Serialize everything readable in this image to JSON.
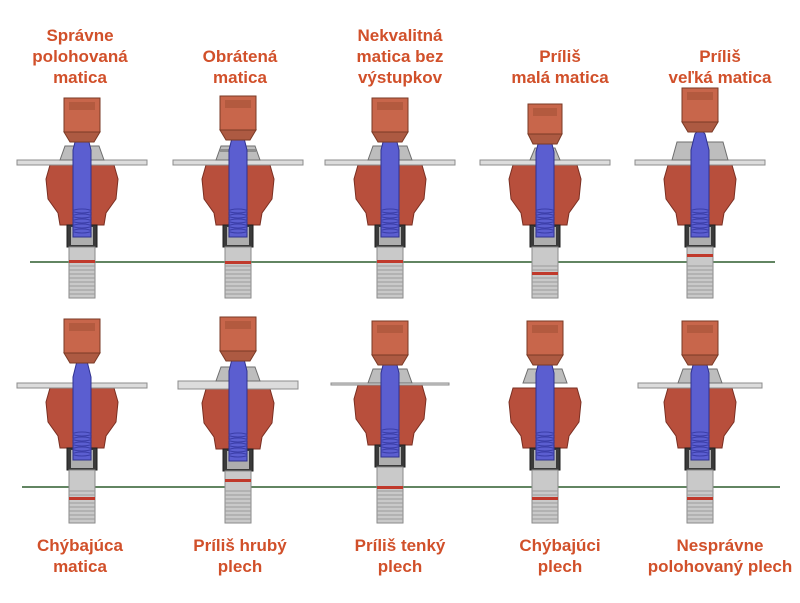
{
  "colors": {
    "label": "#d1502a",
    "nut": "#c8664b",
    "die": "#b84f3c",
    "pin": "#5b5ed0",
    "sheet": "#dcdcdc",
    "steel": "#aeaeae",
    "baseline": "#2f5d2f",
    "mark": "#c0392b"
  },
  "top_row": [
    {
      "label": "Správne\npolohovaná\nmatica",
      "variant": "correct"
    },
    {
      "label": "Obrátená\nmatica",
      "variant": "reversed"
    },
    {
      "label": "Nekvalitná\nmatica bez\nvýstupkov",
      "variant": "no-pilot"
    },
    {
      "label": "Príliš\nmalá matica",
      "variant": "small"
    },
    {
      "label": "Príliš\nveľká matica",
      "variant": "large"
    }
  ],
  "bottom_row": [
    {
      "label": "Chýbajúca\nmatica",
      "variant": "missing-nut"
    },
    {
      "label": "Príliš hrubý\nplech",
      "variant": "thick-sheet"
    },
    {
      "label": "Príliš tenký\nplech",
      "variant": "thin-sheet"
    },
    {
      "label": "Chýbajúci\nplech",
      "variant": "missing-sheet"
    },
    {
      "label": "Nesprávne\npolohovaný plech",
      "variant": "mispositioned"
    }
  ]
}
